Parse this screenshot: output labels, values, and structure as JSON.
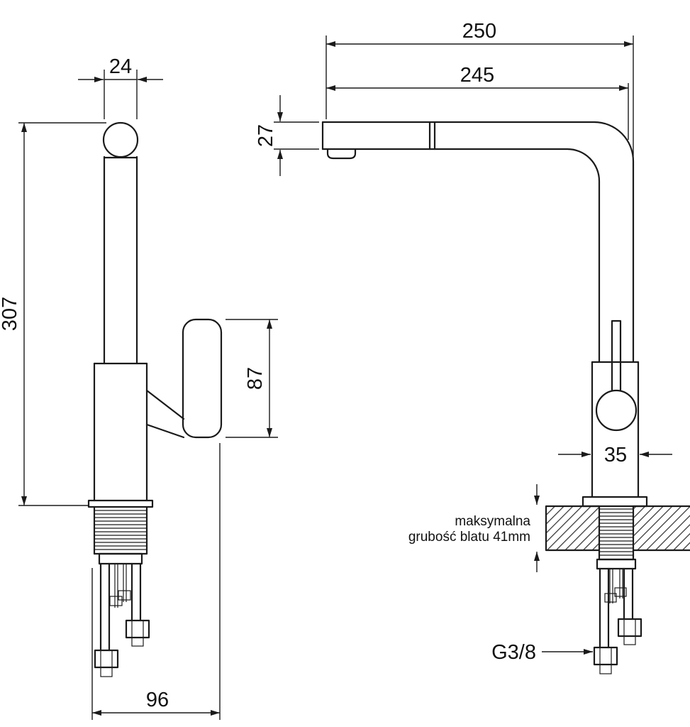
{
  "colors": {
    "line": "#1a1a1a",
    "background": "#ffffff"
  },
  "left_view": {
    "dims": {
      "top_width": "24",
      "height": "307",
      "handle_length": "87",
      "base_width": "96"
    }
  },
  "right_view": {
    "dims": {
      "depth_total": "250",
      "spout_reach": "245",
      "spout_height": "27",
      "body_width": "35"
    },
    "labels": {
      "thread": "G3/8",
      "note_line1": "maksymalna",
      "note_line2": "grubość blatu 41mm"
    }
  }
}
